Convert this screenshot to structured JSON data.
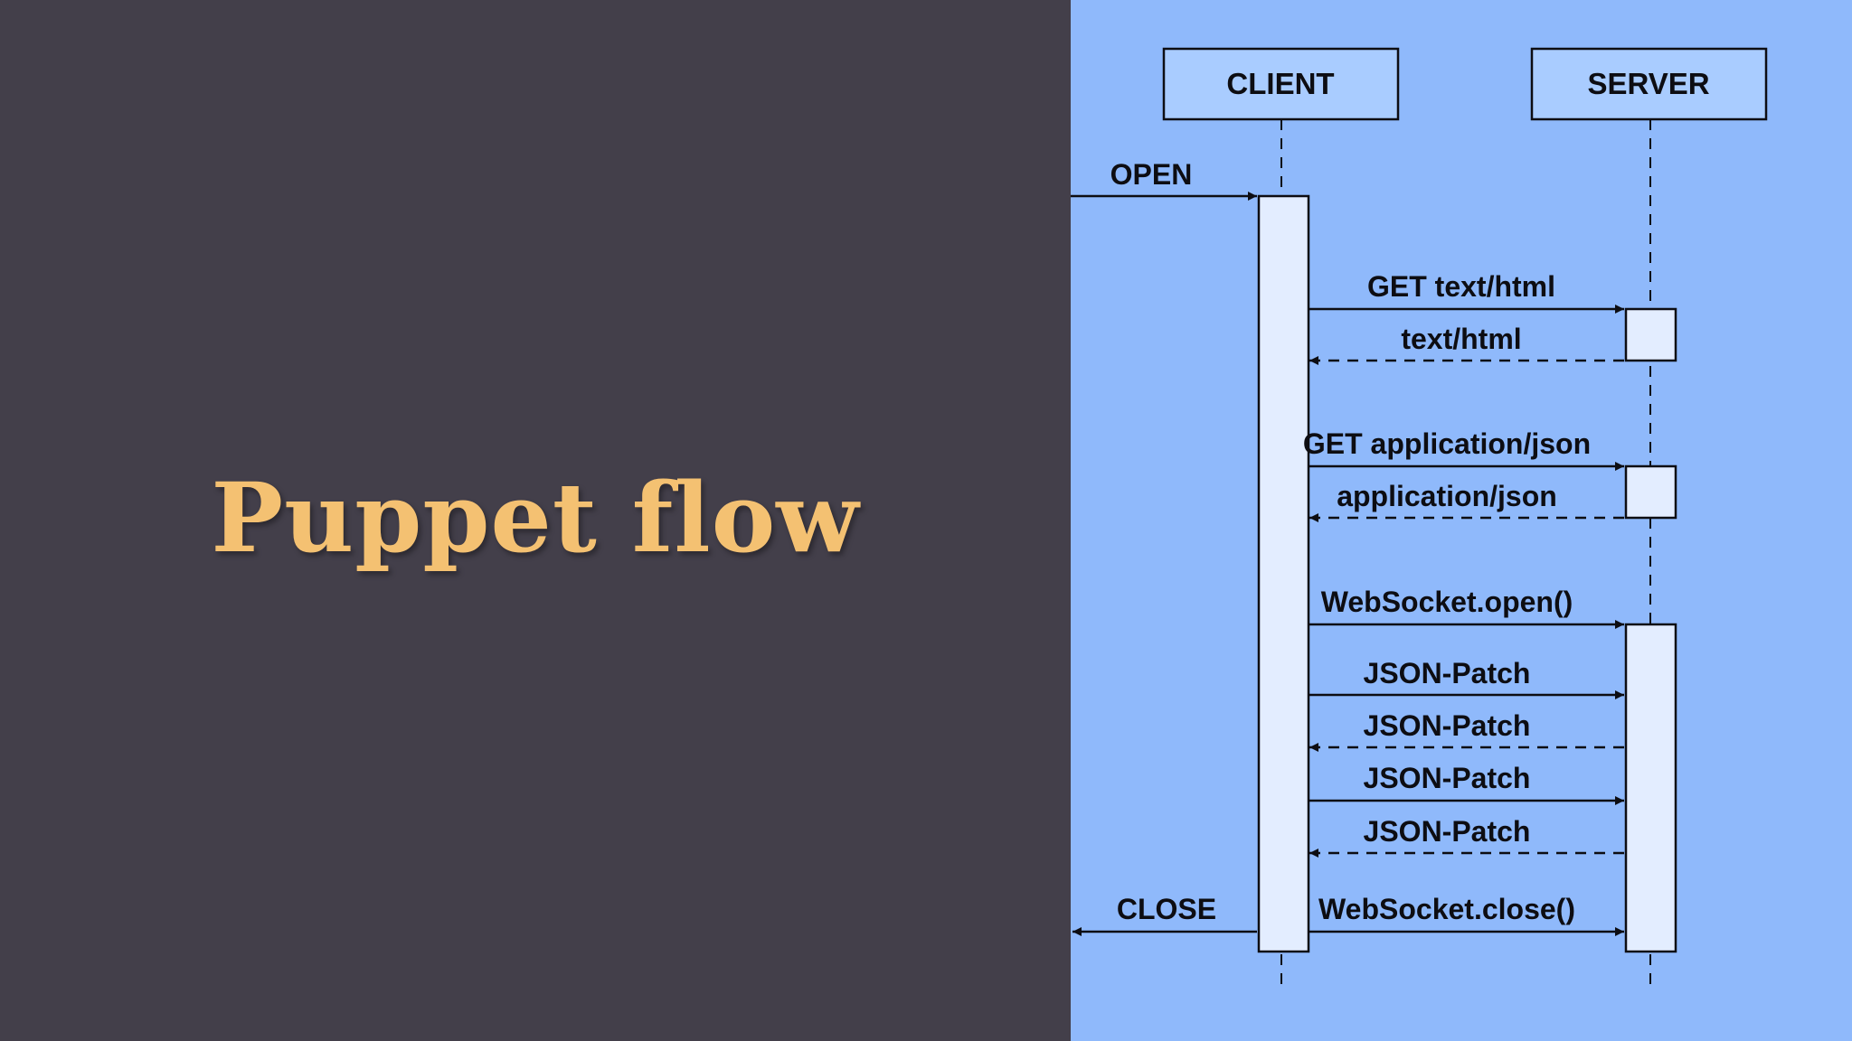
{
  "slide": {
    "title": "Puppet flow"
  },
  "colors": {
    "left_background": "#433f4a",
    "right_background": "#8fb9fb",
    "title_color": "#f4c172",
    "actor_fill": "#a9ccff",
    "activation_fill": "#e3edff",
    "line_color": "#0d0d12"
  },
  "diagram": {
    "actors": [
      {
        "id": "client",
        "label": "CLIENT"
      },
      {
        "id": "server",
        "label": "SERVER"
      }
    ],
    "messages": [
      {
        "label": "OPEN",
        "from": "external",
        "to": "client",
        "style": "solid"
      },
      {
        "label": "GET text/html",
        "from": "client",
        "to": "server",
        "style": "solid"
      },
      {
        "label": "text/html",
        "from": "server",
        "to": "client",
        "style": "dashed"
      },
      {
        "label": "GET application/json",
        "from": "client",
        "to": "server",
        "style": "solid"
      },
      {
        "label": "application/json",
        "from": "server",
        "to": "client",
        "style": "dashed"
      },
      {
        "label": "WebSocket.open()",
        "from": "client",
        "to": "server",
        "style": "solid"
      },
      {
        "label": "JSON-Patch",
        "from": "client",
        "to": "server",
        "style": "solid"
      },
      {
        "label": "JSON-Patch",
        "from": "server",
        "to": "client",
        "style": "dashed"
      },
      {
        "label": "JSON-Patch",
        "from": "client",
        "to": "server",
        "style": "solid"
      },
      {
        "label": "JSON-Patch",
        "from": "server",
        "to": "client",
        "style": "dashed"
      },
      {
        "label": "CLOSE",
        "from": "client",
        "to": "external",
        "style": "solid"
      },
      {
        "label": "WebSocket.close()",
        "from": "client",
        "to": "server",
        "style": "solid"
      }
    ]
  }
}
